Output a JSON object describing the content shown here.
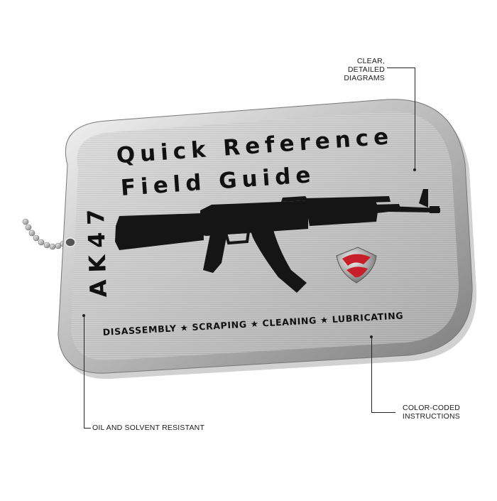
{
  "tag": {
    "title_line1": "Quick Reference",
    "title_line2": "Field Guide",
    "model": "AK47",
    "features_line": "DISASSEMBLY ★ SCRAPING ★ CLEANING ★ LUBRICATING"
  },
  "callouts": {
    "diagrams": [
      "CLEAR, DETAILED",
      "DIAGRAMS"
    ],
    "color_coded": [
      "COLOR-CODED",
      "INSTRUCTIONS"
    ],
    "resistant": "OIL AND SOLVENT RESISTANT"
  },
  "colors": {
    "metal_light": "#d6d6d6",
    "metal_dark": "#9a9a9a",
    "text_dark": "#141414",
    "logo_red": "#c8202a"
  }
}
